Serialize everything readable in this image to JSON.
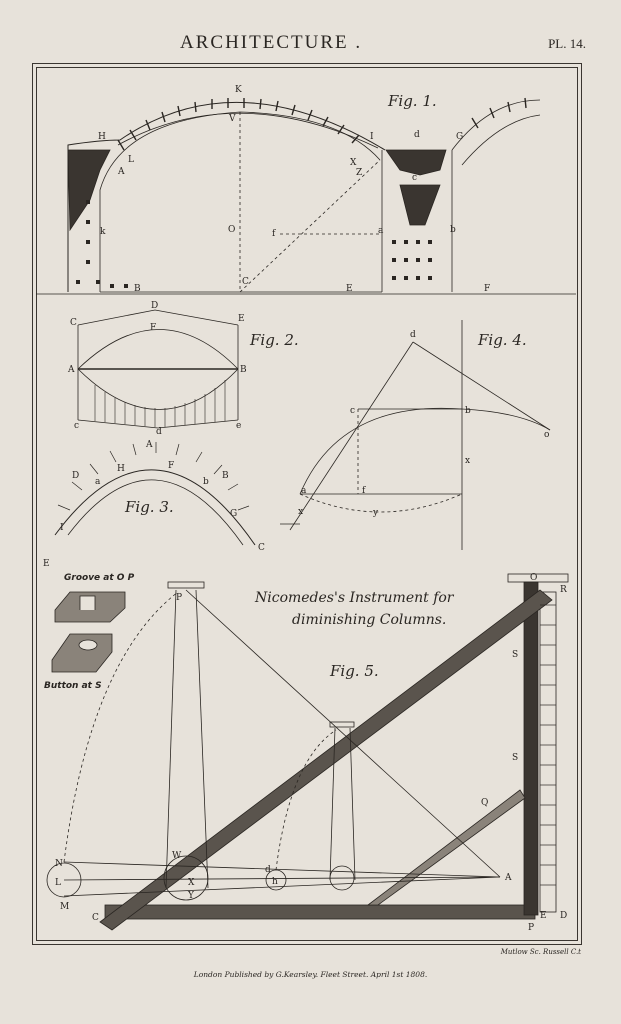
{
  "header": {
    "title": "ARCHITECTURE .",
    "plate": "PL. 14."
  },
  "figures": {
    "fig1": "Fig. 1.",
    "fig2": "Fig. 2.",
    "fig3": "Fig. 3.",
    "fig4": "Fig. 4.",
    "fig5": "Fig. 5."
  },
  "instrument_caption": {
    "line1": "Nicomedes's Instrument for",
    "line2": "diminishing Columns."
  },
  "details": {
    "e_label": "E",
    "groove": "Groove at O P",
    "button": "Button at S"
  },
  "labels": {
    "fig1": [
      "K",
      "H",
      "V",
      "I",
      "d",
      "G",
      "L",
      "A",
      "X",
      "Z",
      "c",
      "O",
      "k",
      "f",
      "a",
      "b",
      "B",
      "C",
      "E",
      "F"
    ],
    "fig2": [
      "C",
      "D",
      "E",
      "F",
      "A",
      "B",
      "c",
      "d",
      "e"
    ],
    "fig3": [
      "A",
      "D",
      "H",
      "F",
      "B",
      "a",
      "b",
      "I",
      "G",
      "C"
    ],
    "fig4": [
      "d",
      "c",
      "b",
      "o",
      "f",
      "a",
      "x",
      "y",
      "x"
    ],
    "fig5": [
      "O",
      "R",
      "P",
      "S",
      "S",
      "Q",
      "N",
      "L",
      "M",
      "W",
      "X",
      "Y",
      "h",
      "d",
      "A",
      "C",
      "D",
      "P",
      "E"
    ]
  },
  "footer": {
    "engraver": "Mutlow Sc. Russell C.t",
    "imprint": "London Published by G.Kearsley. Fleet Street. April 1st 1808."
  }
}
